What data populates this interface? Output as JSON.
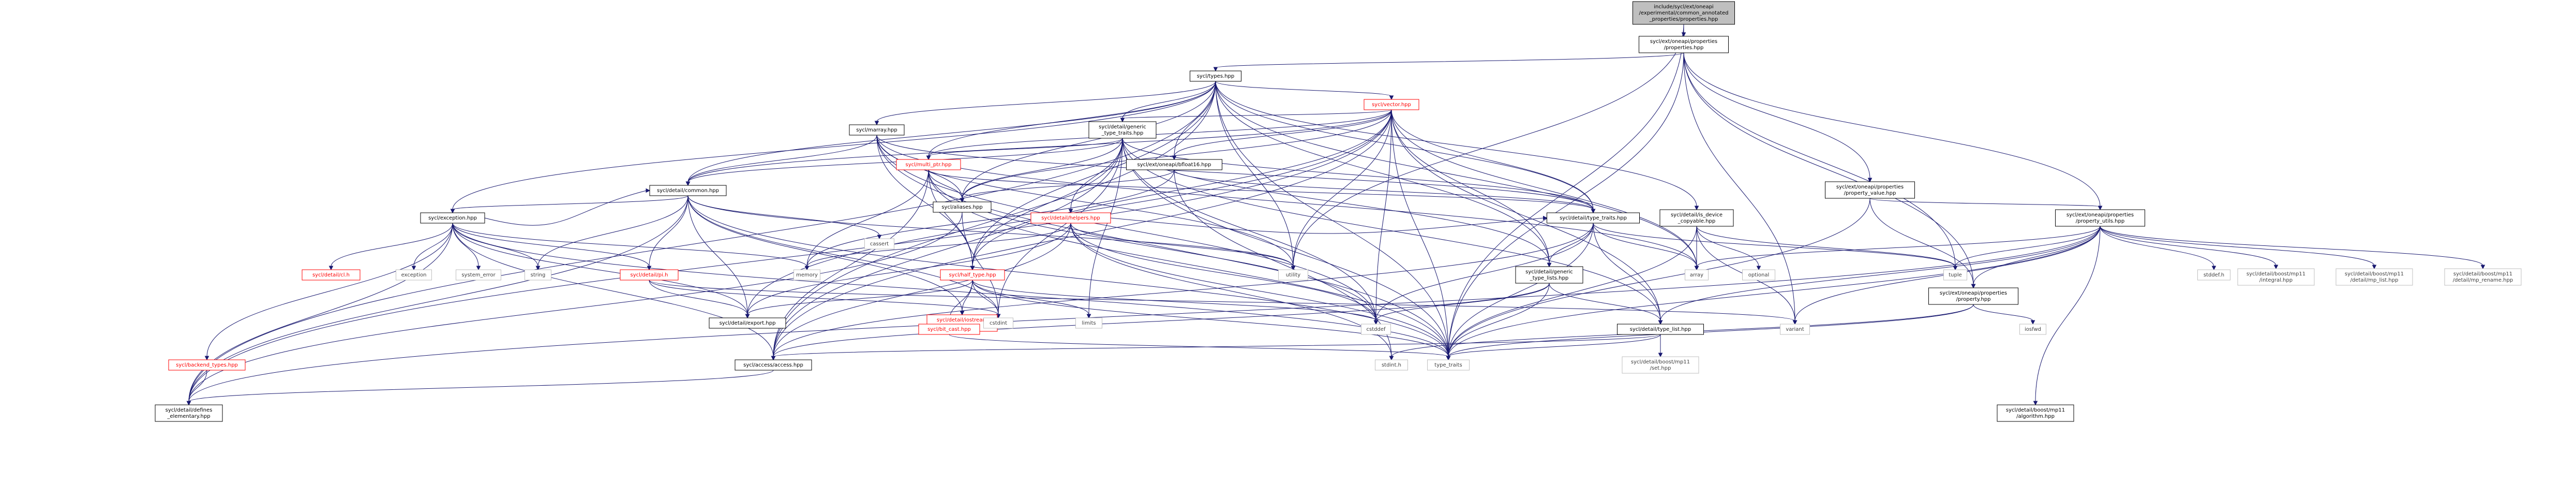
{
  "colors": {
    "root_fill": "#bfbfbf",
    "node_fill": "#ffffff",
    "node_stroke": "#000000",
    "ref_stroke": "#ff0000",
    "ext_stroke": "#bfbfbf",
    "text_normal": "#000000",
    "text_ref": "#ff0000",
    "text_ext": "#404040",
    "edge": "#191970"
  },
  "nodes": [
    {
      "id": "root",
      "kind": "root",
      "lines": [
        "include/sycl/ext/oneapi",
        "/experimental/common_annotated",
        "_properties/properties.hpp"
      ]
    },
    {
      "id": "props",
      "kind": "normal",
      "lines": [
        "sycl/ext/oneapi/properties",
        "/properties.hpp"
      ]
    },
    {
      "id": "types",
      "kind": "normal",
      "lines": [
        "sycl/types.hpp"
      ]
    },
    {
      "id": "vector",
      "kind": "ref",
      "lines": [
        "sycl/vector.hpp"
      ]
    },
    {
      "id": "marray",
      "kind": "normal",
      "lines": [
        "sycl/marray.hpp"
      ]
    },
    {
      "id": "generic_tt",
      "kind": "normal",
      "lines": [
        "sycl/detail/generic",
        "_type_traits.hpp"
      ]
    },
    {
      "id": "bfloat16",
      "kind": "normal",
      "lines": [
        "sycl/ext/oneapi/bfloat16.hpp"
      ]
    },
    {
      "id": "multi_ptr",
      "kind": "ref",
      "lines": [
        "sycl/multi_ptr.hpp"
      ]
    },
    {
      "id": "common",
      "kind": "normal",
      "lines": [
        "sycl/detail/common.hpp"
      ]
    },
    {
      "id": "aliases",
      "kind": "normal",
      "lines": [
        "sycl/aliases.hpp"
      ]
    },
    {
      "id": "exception",
      "kind": "normal",
      "lines": [
        "sycl/exception.hpp"
      ]
    },
    {
      "id": "helpers",
      "kind": "ref",
      "lines": [
        "sycl/detail/helpers.hpp"
      ]
    },
    {
      "id": "type_traits_d",
      "kind": "normal",
      "lines": [
        "sycl/detail/type_traits.hpp"
      ]
    },
    {
      "id": "is_dev_copy",
      "kind": "normal",
      "lines": [
        "sycl/detail/is_device",
        "_copyable.hpp"
      ]
    },
    {
      "id": "prop_value",
      "kind": "normal",
      "lines": [
        "sycl/ext/oneapi/properties",
        "/property_value.hpp"
      ]
    },
    {
      "id": "prop_utils",
      "kind": "normal",
      "lines": [
        "sycl/ext/oneapi/properties",
        "/property_utils.hpp"
      ]
    },
    {
      "id": "half_type",
      "kind": "ref",
      "lines": [
        "sycl/half_type.hpp"
      ]
    },
    {
      "id": "generic_tl",
      "kind": "normal",
      "lines": [
        "sycl/detail/generic",
        "_type_lists.hpp"
      ]
    },
    {
      "id": "property",
      "kind": "normal",
      "lines": [
        "sycl/ext/oneapi/properties",
        "/property.hpp"
      ]
    },
    {
      "id": "type_list",
      "kind": "normal",
      "lines": [
        "sycl/detail/type_list.hpp"
      ]
    },
    {
      "id": "cl_h",
      "kind": "ref",
      "lines": [
        "sycl/detail/cl.h"
      ]
    },
    {
      "id": "pi_h",
      "kind": "ref",
      "lines": [
        "sycl/detail/pi.h"
      ]
    },
    {
      "id": "iostream_proxy",
      "kind": "ref",
      "lines": [
        "sycl/detail/iostream",
        "_proxy.hpp"
      ]
    },
    {
      "id": "export",
      "kind": "normal",
      "lines": [
        "sycl/detail/export.hpp"
      ]
    },
    {
      "id": "bit_cast",
      "kind": "ref",
      "lines": [
        "sycl/bit_cast.hpp"
      ]
    },
    {
      "id": "backend_types",
      "kind": "ref",
      "lines": [
        "sycl/backend_types.hpp"
      ]
    },
    {
      "id": "access",
      "kind": "normal",
      "lines": [
        "sycl/access/access.hpp"
      ]
    },
    {
      "id": "defines_el",
      "kind": "normal",
      "lines": [
        "sycl/detail/defines",
        "_elementary.hpp"
      ]
    },
    {
      "id": "boost_alg",
      "kind": "normal",
      "lines": [
        "sycl/detail/boost/mp11",
        "/algorithm.hpp"
      ]
    },
    {
      "id": "boost_set",
      "kind": "ext",
      "lines": [
        "sycl/detail/boost/mp11",
        "/set.hpp"
      ]
    },
    {
      "id": "boost_integral",
      "kind": "ext",
      "lines": [
        "sycl/detail/boost/mp11",
        "/integral.hpp"
      ]
    },
    {
      "id": "boost_list",
      "kind": "ext",
      "lines": [
        "sycl/detail/boost/mp11",
        "/detail/mp_list.hpp"
      ]
    },
    {
      "id": "boost_rename",
      "kind": "ext",
      "lines": [
        "sycl/detail/boost/mp11",
        "/detail/mp_rename.hpp"
      ]
    },
    {
      "id": "s_cassert",
      "kind": "ext",
      "lines": [
        "cassert"
      ]
    },
    {
      "id": "s_string",
      "kind": "ext",
      "lines": [
        "string"
      ]
    },
    {
      "id": "s_exception",
      "kind": "ext",
      "lines": [
        "exception"
      ]
    },
    {
      "id": "s_system_error",
      "kind": "ext",
      "lines": [
        "system_error"
      ]
    },
    {
      "id": "s_memory",
      "kind": "ext",
      "lines": [
        "memory"
      ]
    },
    {
      "id": "s_utility",
      "kind": "ext",
      "lines": [
        "utility"
      ]
    },
    {
      "id": "s_array",
      "kind": "ext",
      "lines": [
        "array"
      ]
    },
    {
      "id": "s_optional",
      "kind": "ext",
      "lines": [
        "optional"
      ]
    },
    {
      "id": "s_tuple",
      "kind": "ext",
      "lines": [
        "tuple"
      ]
    },
    {
      "id": "s_stddef",
      "kind": "ext",
      "lines": [
        "stddef.h"
      ]
    },
    {
      "id": "s_cstdint",
      "kind": "ext",
      "lines": [
        "cstdint"
      ]
    },
    {
      "id": "s_limits",
      "kind": "ext",
      "lines": [
        "limits"
      ]
    },
    {
      "id": "s_cstddef",
      "kind": "ext",
      "lines": [
        "cstddef"
      ]
    },
    {
      "id": "s_stdint",
      "kind": "ext",
      "lines": [
        "stdint.h"
      ]
    },
    {
      "id": "s_variant",
      "kind": "ext",
      "lines": [
        "variant"
      ]
    },
    {
      "id": "s_iosfwd",
      "kind": "ext",
      "lines": [
        "iosfwd"
      ]
    },
    {
      "id": "s_type_traits",
      "kind": "ext",
      "lines": [
        "type_traits"
      ]
    }
  ],
  "edges": [
    [
      "root",
      "props"
    ],
    [
      "root",
      "s_utility"
    ],
    [
      "root",
      "s_type_traits"
    ],
    [
      "props",
      "types"
    ],
    [
      "props",
      "prop_value"
    ],
    [
      "props",
      "prop_utils"
    ],
    [
      "props",
      "property"
    ],
    [
      "props",
      "s_tuple"
    ],
    [
      "props",
      "s_variant"
    ],
    [
      "props",
      "s_type_traits"
    ],
    [
      "types",
      "vector"
    ],
    [
      "types",
      "marray"
    ],
    [
      "types",
      "generic_tt"
    ],
    [
      "types",
      "bfloat16"
    ],
    [
      "types",
      "multi_ptr"
    ],
    [
      "types",
      "common"
    ],
    [
      "types",
      "aliases"
    ],
    [
      "types",
      "exception"
    ],
    [
      "types",
      "half_type"
    ],
    [
      "types",
      "type_traits_d"
    ],
    [
      "types",
      "is_dev_copy"
    ],
    [
      "types",
      "generic_tl"
    ],
    [
      "types",
      "access"
    ],
    [
      "types",
      "defines_el"
    ],
    [
      "types",
      "s_array"
    ],
    [
      "types",
      "s_utility"
    ],
    [
      "types",
      "s_type_traits"
    ],
    [
      "vector",
      "generic_tt"
    ],
    [
      "vector",
      "bfloat16"
    ],
    [
      "vector",
      "multi_ptr"
    ],
    [
      "vector",
      "common"
    ],
    [
      "vector",
      "aliases"
    ],
    [
      "vector",
      "half_type"
    ],
    [
      "vector",
      "type_traits_d"
    ],
    [
      "vector",
      "generic_tl"
    ],
    [
      "vector",
      "type_list"
    ],
    [
      "vector",
      "access"
    ],
    [
      "vector",
      "defines_el"
    ],
    [
      "vector",
      "s_array"
    ],
    [
      "vector",
      "s_utility"
    ],
    [
      "vector",
      "s_cstddef"
    ],
    [
      "vector",
      "s_type_traits"
    ],
    [
      "vector",
      "export"
    ],
    [
      "marray",
      "common"
    ],
    [
      "marray",
      "aliases"
    ],
    [
      "marray",
      "half_type"
    ],
    [
      "marray",
      "type_traits_d"
    ],
    [
      "marray",
      "s_array"
    ],
    [
      "marray",
      "s_utility"
    ],
    [
      "marray",
      "s_cstddef"
    ],
    [
      "marray",
      "s_type_traits"
    ],
    [
      "generic_tt",
      "multi_ptr"
    ],
    [
      "generic_tt",
      "aliases"
    ],
    [
      "generic_tt",
      "helpers"
    ],
    [
      "generic_tt",
      "half_type"
    ],
    [
      "generic_tt",
      "type_traits_d"
    ],
    [
      "generic_tt",
      "generic_tl"
    ],
    [
      "generic_tt",
      "type_list"
    ],
    [
      "generic_tt",
      "access"
    ],
    [
      "generic_tt",
      "common"
    ],
    [
      "generic_tt",
      "s_limits"
    ],
    [
      "generic_tt",
      "s_cstddef"
    ],
    [
      "generic_tt",
      "s_cstdint"
    ],
    [
      "generic_tt",
      "s_type_traits"
    ],
    [
      "bfloat16",
      "aliases"
    ],
    [
      "bfloat16",
      "type_traits_d"
    ],
    [
      "bfloat16",
      "s_stdint"
    ],
    [
      "bfloat16",
      "s_memory"
    ],
    [
      "multi_ptr",
      "aliases"
    ],
    [
      "multi_ptr",
      "type_traits_d"
    ],
    [
      "multi_ptr",
      "access"
    ],
    [
      "multi_ptr",
      "s_memory"
    ],
    [
      "multi_ptr",
      "s_cstddef"
    ],
    [
      "multi_ptr",
      "s_type_traits"
    ],
    [
      "multi_ptr",
      "half_type"
    ],
    [
      "common",
      "exception"
    ],
    [
      "common",
      "export"
    ],
    [
      "common",
      "pi_h"
    ],
    [
      "common",
      "iostream_proxy"
    ],
    [
      "common",
      "defines_el"
    ],
    [
      "common",
      "s_cassert"
    ],
    [
      "common",
      "s_cstdint"
    ],
    [
      "common",
      "s_string"
    ],
    [
      "common",
      "s_utility"
    ],
    [
      "common",
      "s_type_traits"
    ],
    [
      "aliases",
      "defines_el"
    ],
    [
      "aliases",
      "s_cstdint"
    ],
    [
      "exception",
      "cl_h"
    ],
    [
      "exception",
      "pi_h"
    ],
    [
      "exception",
      "export"
    ],
    [
      "exception",
      "backend_types"
    ],
    [
      "exception",
      "defines_el"
    ],
    [
      "exception",
      "common"
    ],
    [
      "exception",
      "s_exception"
    ],
    [
      "exception",
      "s_system_error"
    ],
    [
      "exception",
      "s_memory"
    ],
    [
      "exception",
      "s_string"
    ],
    [
      "exception",
      "s_type_traits"
    ],
    [
      "exception",
      "access"
    ],
    [
      "helpers",
      "export"
    ],
    [
      "helpers",
      "access"
    ],
    [
      "helpers",
      "type_traits_d"
    ],
    [
      "helpers",
      "s_memory"
    ],
    [
      "helpers",
      "s_stdint"
    ],
    [
      "helpers",
      "s_cstddef"
    ],
    [
      "helpers",
      "s_utility"
    ],
    [
      "helpers",
      "s_type_traits"
    ],
    [
      "type_traits_d",
      "generic_tl"
    ],
    [
      "type_traits_d",
      "type_list"
    ],
    [
      "type_traits_d",
      "access"
    ],
    [
      "type_traits_d",
      "s_array"
    ],
    [
      "type_traits_d",
      "s_tuple"
    ],
    [
      "type_traits_d",
      "s_cstddef"
    ],
    [
      "type_traits_d",
      "s_type_traits"
    ],
    [
      "is_dev_copy",
      "s_array"
    ],
    [
      "is_dev_copy",
      "s_optional"
    ],
    [
      "is_dev_copy",
      "s_tuple"
    ],
    [
      "is_dev_copy",
      "s_variant"
    ],
    [
      "is_dev_copy",
      "s_type_traits"
    ],
    [
      "prop_value",
      "prop_utils"
    ],
    [
      "prop_value",
      "property"
    ],
    [
      "prop_value",
      "s_type_traits"
    ],
    [
      "prop_utils",
      "property"
    ],
    [
      "prop_utils",
      "type_list"
    ],
    [
      "prop_utils",
      "boost_alg"
    ],
    [
      "prop_utils",
      "boost_integral"
    ],
    [
      "prop_utils",
      "boost_list"
    ],
    [
      "prop_utils",
      "boost_rename"
    ],
    [
      "prop_utils",
      "s_array"
    ],
    [
      "prop_utils",
      "s_stddef"
    ],
    [
      "prop_utils",
      "s_tuple"
    ],
    [
      "prop_utils",
      "s_variant"
    ],
    [
      "prop_utils",
      "s_type_traits"
    ],
    [
      "prop_utils",
      "defines_el"
    ],
    [
      "half_type",
      "export"
    ],
    [
      "half_type",
      "bit_cast"
    ],
    [
      "half_type",
      "iostream_proxy"
    ],
    [
      "half_type",
      "s_cstdint"
    ],
    [
      "half_type",
      "s_limits"
    ],
    [
      "half_type",
      "s_cstddef"
    ],
    [
      "half_type",
      "s_type_traits"
    ],
    [
      "generic_tl",
      "type_list"
    ],
    [
      "generic_tl",
      "access"
    ],
    [
      "generic_tl",
      "s_cstddef"
    ],
    [
      "generic_tl",
      "s_type_traits"
    ],
    [
      "property",
      "s_iosfwd"
    ],
    [
      "property",
      "s_stdint"
    ],
    [
      "property",
      "s_type_traits"
    ],
    [
      "type_list",
      "access"
    ],
    [
      "type_list",
      "boost_set"
    ],
    [
      "type_list",
      "s_type_traits"
    ],
    [
      "pi_h",
      "export"
    ],
    [
      "pi_h",
      "s_cstdint"
    ],
    [
      "pi_h",
      "s_variant"
    ],
    [
      "backend_types",
      "defines_el"
    ],
    [
      "access",
      "defines_el"
    ],
    [
      "bit_cast",
      "s_type_traits"
    ]
  ]
}
